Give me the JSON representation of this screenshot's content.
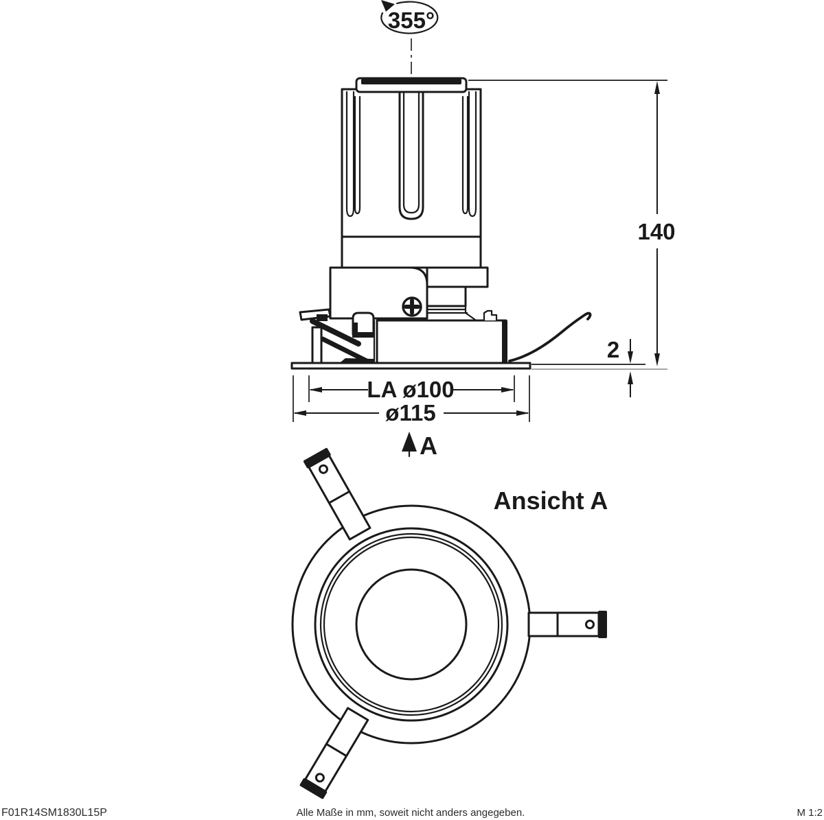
{
  "drawing": {
    "rotation_label": "355°",
    "view_arrow_label": "A",
    "view_label": "Ansicht A",
    "dimensions": {
      "height": "140",
      "flange_thickness": "2",
      "cutout_diameter": "LA ø100",
      "outer_diameter": "ø115"
    },
    "footer": {
      "product_code": "F01R14SM1830L15P",
      "note": "Alle Maße in mm, soweit nicht anders angegeben.",
      "scale": "M 1:2"
    }
  },
  "colors": {
    "ink": "#1a1a1a",
    "ext_gray": "#9a9a9a"
  }
}
